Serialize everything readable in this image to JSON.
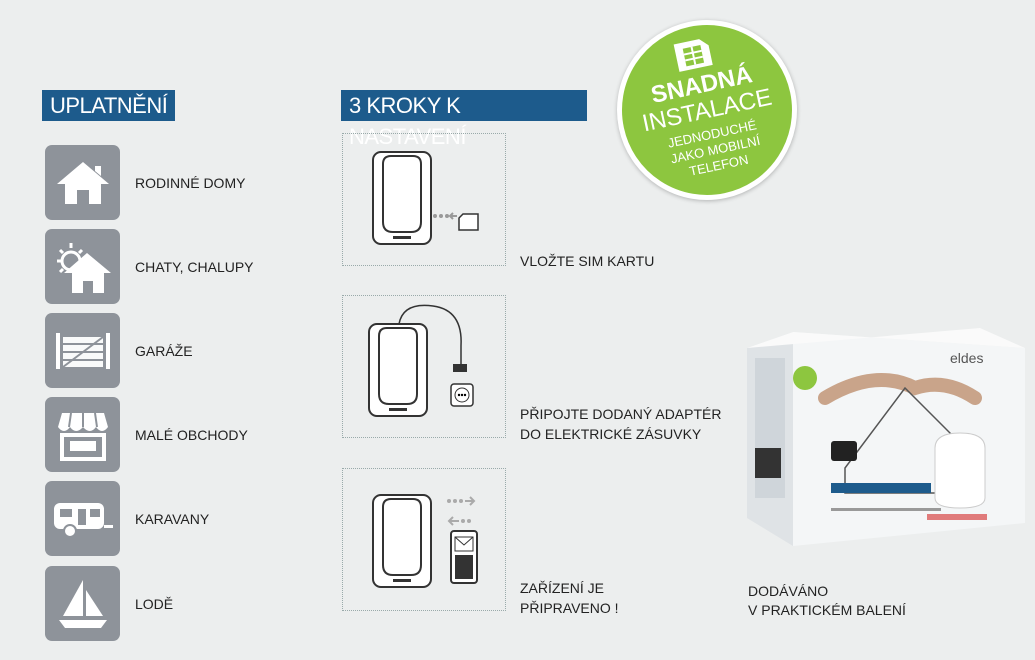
{
  "uses": {
    "title": "UPLATNĚNÍ",
    "items": [
      {
        "label": "RODINNÉ DOMY",
        "icon": "house-icon"
      },
      {
        "label": "CHATY, CHALUPY",
        "icon": "house-sun-icon"
      },
      {
        "label": "GARÁŽE",
        "icon": "garage-gate-icon"
      },
      {
        "label": "MALÉ OBCHODY",
        "icon": "shop-icon"
      },
      {
        "label": "KARAVANY",
        "icon": "caravan-icon"
      },
      {
        "label": "LODĚ",
        "icon": "sailboat-icon"
      }
    ]
  },
  "steps": {
    "title": "3 KROKY K NASTAVENÍ",
    "items": [
      {
        "line1": "VLOŽTE SIM KARTU",
        "line2": ""
      },
      {
        "line1": "PŘIPOJTE DODANÝ ADAPTÉR",
        "line2": "DO ELEKTRICKÉ ZÁSUVKY"
      },
      {
        "line1": "ZAŘÍZENÍ JE",
        "line2": "PŘIPRAVENO !"
      }
    ]
  },
  "badge": {
    "line1": "SNADNÁ",
    "line2": "INSTALACE",
    "line3": "JEDNODUCHÉ",
    "line4": "JAKO MOBILNÍ",
    "line5": "TELEFON"
  },
  "package": {
    "brand": "eldes",
    "line1": "DODÁVÁNO",
    "line2": "V PRAKTICKÉM BALENÍ"
  },
  "colors": {
    "heading": "#1d5b8c",
    "tile": "#8e939a",
    "badge": "#8dc63f",
    "background": "#eceeee"
  }
}
